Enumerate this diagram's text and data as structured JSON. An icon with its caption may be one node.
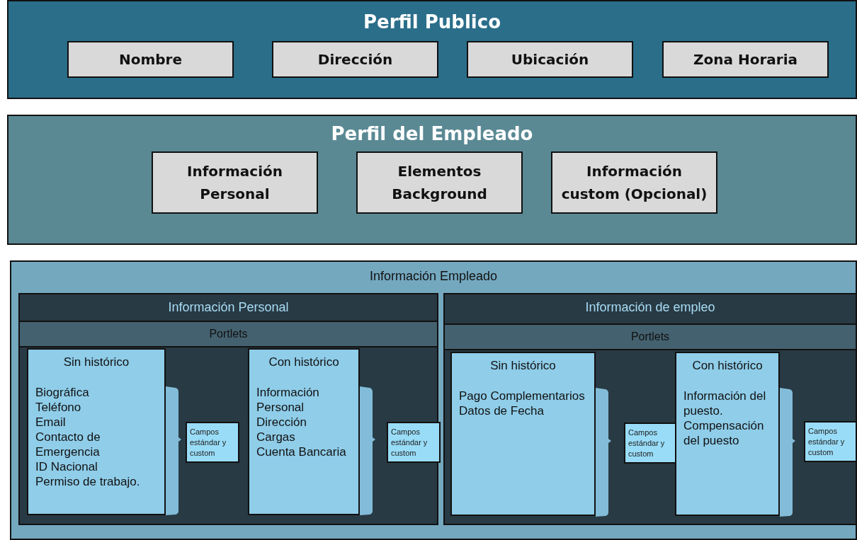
{
  "diagram": {
    "nodes": [
      {
        "text": [
          "Perfil Publico"
        ]
      },
      {
        "text": [
          "Nombre"
        ],
        "in": 0
      },
      {
        "text": [
          "Dirección"
        ],
        "in": 0
      },
      {
        "text": [
          "Ubicación"
        ],
        "in": 0
      },
      {
        "text": [
          "Zona Horaria"
        ],
        "in": 0
      },
      {
        "text": [
          "Perfil del Empleado"
        ]
      },
      {
        "text": [
          "Información Personal"
        ],
        "in": 5
      },
      {
        "text": [
          "Elementos Background"
        ],
        "in": 5
      },
      {
        "text": [
          "Información custom (Opcional)"
        ],
        "in": 5
      },
      {
        "text": [
          "Información Empleado"
        ]
      },
      {
        "text": [
          "Información Personal"
        ],
        "in": 9
      },
      {
        "text": [
          "Portlets"
        ],
        "in": 10
      },
      {
        "text": [
          "Sin histórico",
          "Biográfica",
          "Teléfono",
          "Email",
          "Contacto de Emergencia",
          "ID Nacional",
          "Permiso de trabajo."
        ],
        "in": 10
      },
      {
        "text": [],
        "shape": "bracket",
        "in": 10
      },
      {
        "text": [
          "Campos estándar y custom"
        ],
        "in": 10
      },
      {
        "text": [
          "Con histórico",
          "Información Personal",
          "Dirección",
          "Cargas",
          "Cuenta Bancaria"
        ],
        "in": 10
      },
      {
        "text": [],
        "shape": "bracket",
        "in": 10
      },
      {
        "text": [
          "Campos estándar y custom"
        ],
        "in": 10
      },
      {
        "text": [
          "Información de empleo"
        ],
        "in": 9
      },
      {
        "text": [
          "Portlets"
        ],
        "in": 18
      },
      {
        "text": [
          "Sin histórico",
          "Pago Complementarios",
          "Datos de Fecha"
        ],
        "in": 18
      },
      {
        "text": [],
        "shape": "bracket",
        "in": 18
      },
      {
        "text": [
          "Campos estándar y custom"
        ],
        "in": 18
      },
      {
        "text": [
          "Con histórico",
          "Información del puesto.",
          "Compensación del puesto"
        ],
        "in": 18
      },
      {
        "text": [],
        "shape": "bracket",
        "in": 18
      },
      {
        "text": [
          "Campos estándar y custom"
        ],
        "in": 18
      }
    ],
    "edges": []
  }
}
